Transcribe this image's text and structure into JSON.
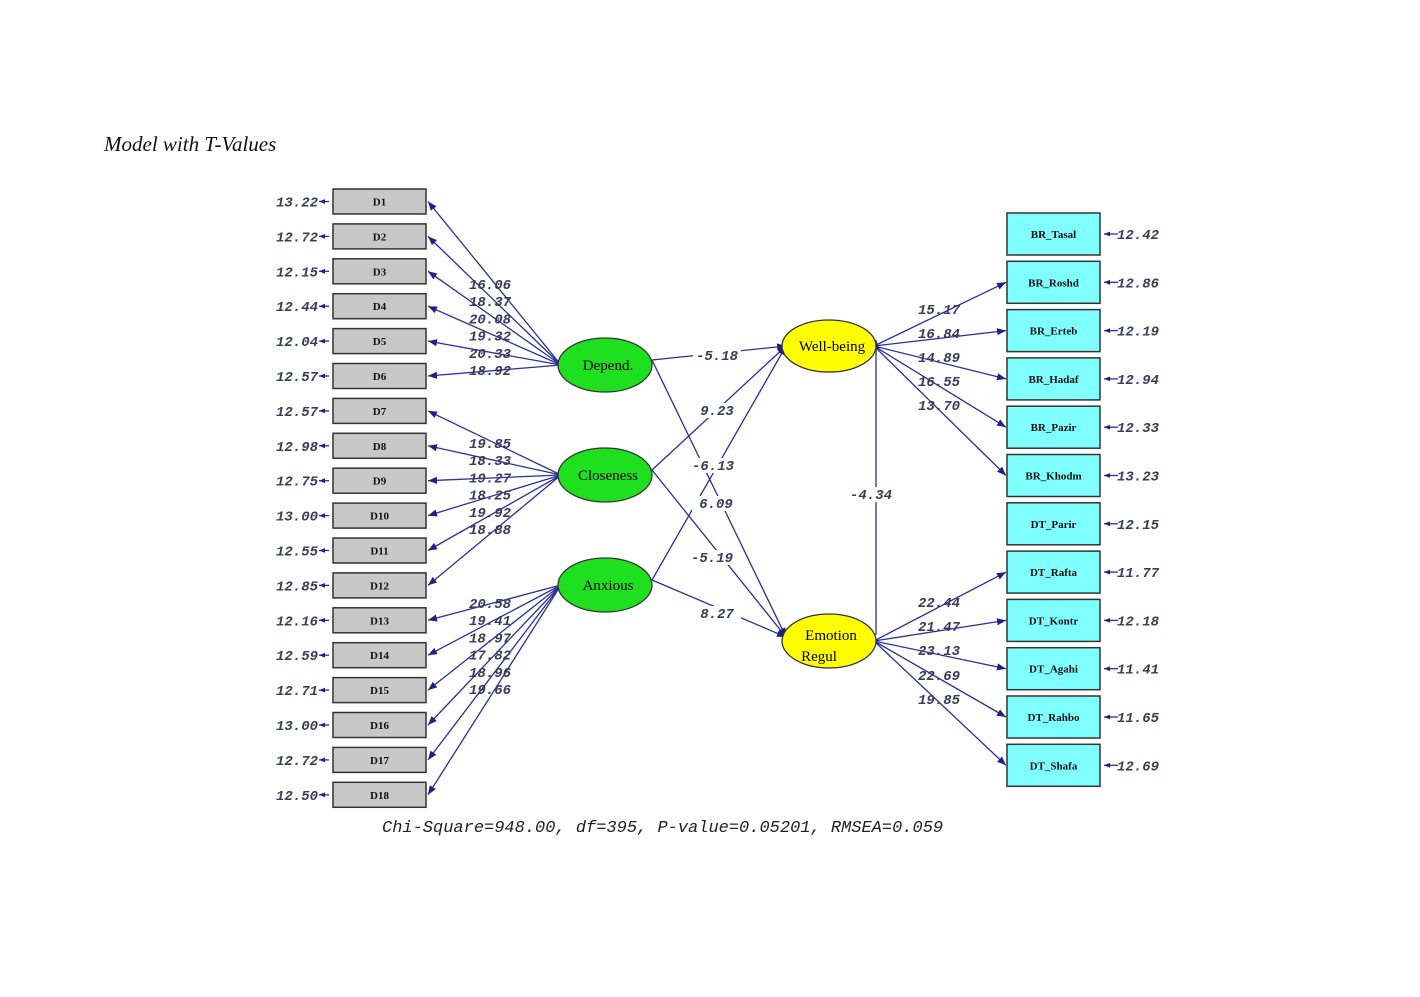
{
  "title": "Model with T-Values",
  "fit_statistics": "Chi-Square=948.00, df=395, P-value=0.05201, RMSEA=0.059",
  "colors": {
    "path": "#2b2f9a",
    "exogenous_fill": "#1fe01f",
    "endogenous_fill": "#ffff00",
    "left_indicator_fill": "#c8c8c8",
    "right_indicator_fill": "#80ffff",
    "value_text": "#3a3d5a"
  },
  "latents": [
    {
      "id": "depend",
      "label": "Depend.",
      "type": "exogenous"
    },
    {
      "id": "closeness",
      "label": "Closeness",
      "type": "exogenous"
    },
    {
      "id": "anxious",
      "label": "Anxious",
      "type": "exogenous"
    },
    {
      "id": "wellbeing",
      "label": "Well-being",
      "type": "endogenous"
    },
    {
      "id": "emotion",
      "label": [
        "Emotion",
        "Regul"
      ],
      "type": "endogenous"
    }
  ],
  "left_indicators": [
    {
      "name": "D1",
      "error": "13.22",
      "latent": "depend",
      "t": "16.06"
    },
    {
      "name": "D2",
      "error": "12.72",
      "latent": "depend",
      "t": "18.37"
    },
    {
      "name": "D3",
      "error": "12.15",
      "latent": "depend",
      "t": "20.08"
    },
    {
      "name": "D4",
      "error": "12.44",
      "latent": "depend",
      "t": "19.32"
    },
    {
      "name": "D5",
      "error": "12.04",
      "latent": "depend",
      "t": "20.33"
    },
    {
      "name": "D6",
      "error": "12.57",
      "latent": "depend",
      "t": "18.92"
    },
    {
      "name": "D7",
      "error": "12.57",
      "latent": "closeness",
      "t": "19.85"
    },
    {
      "name": "D8",
      "error": "12.98",
      "latent": "closeness",
      "t": "18.33"
    },
    {
      "name": "D9",
      "error": "12.75",
      "latent": "closeness",
      "t": "19.27"
    },
    {
      "name": "D10",
      "error": "13.00",
      "latent": "closeness",
      "t": "18.25"
    },
    {
      "name": "D11",
      "error": "12.55",
      "latent": "closeness",
      "t": "19.92"
    },
    {
      "name": "D12",
      "error": "12.85",
      "latent": "closeness",
      "t": "18.88"
    },
    {
      "name": "D13",
      "error": "12.16",
      "latent": "anxious",
      "t": "20.58"
    },
    {
      "name": "D14",
      "error": "12.59",
      "latent": "anxious",
      "t": "19.41"
    },
    {
      "name": "D15",
      "error": "12.71",
      "latent": "anxious",
      "t": "18.97"
    },
    {
      "name": "D16",
      "error": "13.00",
      "latent": "anxious",
      "t": "17.82"
    },
    {
      "name": "D17",
      "error": "12.72",
      "latent": "anxious",
      "t": "18.96"
    },
    {
      "name": "D18",
      "error": "12.50",
      "latent": "anxious",
      "t": "19.66"
    }
  ],
  "right_indicators": [
    {
      "name": "BR_Tasal",
      "error": "12.42",
      "latent": "wellbeing",
      "t": null
    },
    {
      "name": "BR_Roshd",
      "error": "12.86",
      "latent": "wellbeing",
      "t": "15.17"
    },
    {
      "name": "BR_Erteb",
      "error": "12.19",
      "latent": "wellbeing",
      "t": "16.84"
    },
    {
      "name": "BR_Hadaf",
      "error": "12.94",
      "latent": "wellbeing",
      "t": "14.89"
    },
    {
      "name": "BR_Pazir",
      "error": "12.33",
      "latent": "wellbeing",
      "t": "16.55"
    },
    {
      "name": "BR_Khodm",
      "error": "13.23",
      "latent": "wellbeing",
      "t": "13.70"
    },
    {
      "name": "DT_Parir",
      "error": "12.15",
      "latent": "emotion",
      "t": null
    },
    {
      "name": "DT_Rafta",
      "error": "11.77",
      "latent": "emotion",
      "t": "22.44"
    },
    {
      "name": "DT_Kontr",
      "error": "12.18",
      "latent": "emotion",
      "t": "21.47"
    },
    {
      "name": "DT_Agahi",
      "error": "11.41",
      "latent": "emotion",
      "t": "23.13"
    },
    {
      "name": "DT_Rahbo",
      "error": "11.65",
      "latent": "emotion",
      "t": "22.69"
    },
    {
      "name": "DT_Shafa",
      "error": "12.69",
      "latent": "emotion",
      "t": "19.85"
    }
  ],
  "structural_paths": [
    {
      "from": "depend",
      "to": "wellbeing",
      "t": "-5.18"
    },
    {
      "from": "closeness",
      "to": "wellbeing",
      "t": "9.23"
    },
    {
      "from": "anxious",
      "to": "wellbeing",
      "t": "-6.13"
    },
    {
      "from": "depend",
      "to": "emotion",
      "t": "6.09"
    },
    {
      "from": "closeness",
      "to": "emotion",
      "t": "-5.19"
    },
    {
      "from": "anxious",
      "to": "emotion",
      "t": "8.27"
    },
    {
      "from": "emotion",
      "to": "wellbeing",
      "t": "-4.34"
    }
  ]
}
